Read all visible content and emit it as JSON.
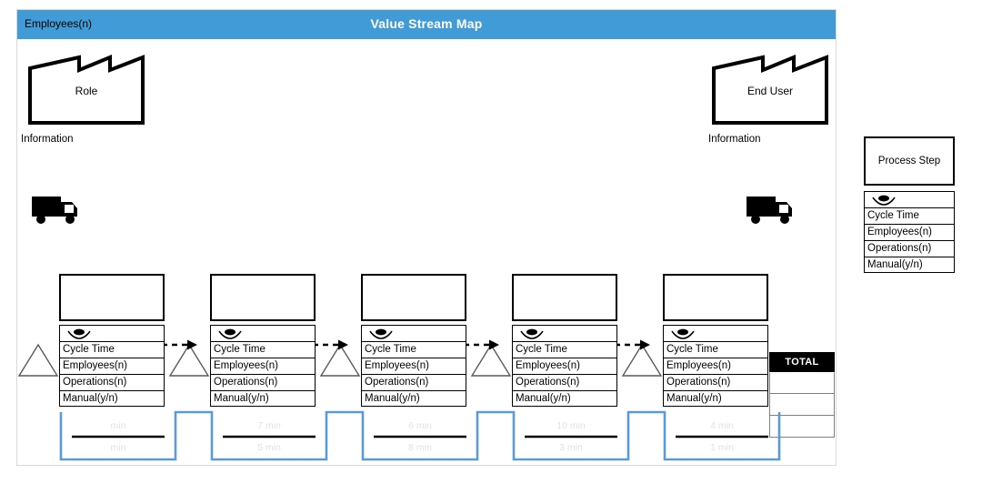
{
  "header": {
    "left_label": "Employees(n)",
    "title": "Value Stream Map",
    "band_color": "#419BD6",
    "title_color": "#FFFFFF"
  },
  "supplier": {
    "label": "Role",
    "info_label": "Information",
    "icon": "factory-icon"
  },
  "customer": {
    "label": "End User",
    "info_label": "Information",
    "icon": "factory-icon"
  },
  "transport": {
    "inbound_icon": "truck-icon",
    "outbound_icon": "truck-icon"
  },
  "process_fields": {
    "eye_icon": "eye-icon",
    "cycle_time": "Cycle Time",
    "employees": "Employees(n)",
    "operations": "Operations(n)",
    "manual": "Manual(y/n)"
  },
  "process_steps": [
    {
      "title": "",
      "cycle_time": "Cycle Time",
      "employees": "Employees(n)",
      "operations": "Operations(n)",
      "manual": "Manual(y/n)"
    },
    {
      "title": "",
      "cycle_time": "Cycle Time",
      "employees": "Employees(n)",
      "operations": "Operations(n)",
      "manual": "Manual(y/n)"
    },
    {
      "title": "",
      "cycle_time": "Cycle Time",
      "employees": "Employees(n)",
      "operations": "Operations(n)",
      "manual": "Manual(y/n)"
    },
    {
      "title": "",
      "cycle_time": "Cycle Time",
      "employees": "Employees(n)",
      "operations": "Operations(n)",
      "manual": "Manual(y/n)"
    },
    {
      "title": "",
      "cycle_time": "Cycle Time",
      "employees": "Employees(n)",
      "operations": "Operations(n)",
      "manual": "Manual(y/n)"
    }
  ],
  "timeline": {
    "line_color": "#5B9BD5",
    "value_color": "#E2E2E2",
    "entries": [
      {
        "top": "min",
        "bottom": "min"
      },
      {
        "top": "7 min",
        "bottom": "5 min"
      },
      {
        "top": "6 min",
        "bottom": "8 min"
      },
      {
        "top": "10 min",
        "bottom": "3 min"
      },
      {
        "top": "4 min",
        "bottom": "1 min"
      }
    ]
  },
  "total": {
    "header": "TOTAL",
    "rows": [
      "",
      "",
      ""
    ]
  },
  "legend": {
    "process_step_label": "Process Step",
    "eye_icon": "eye-icon",
    "rows": [
      "Cycle Time",
      "Employees(n)",
      "Operations(n)",
      "Manual(y/n)"
    ]
  }
}
